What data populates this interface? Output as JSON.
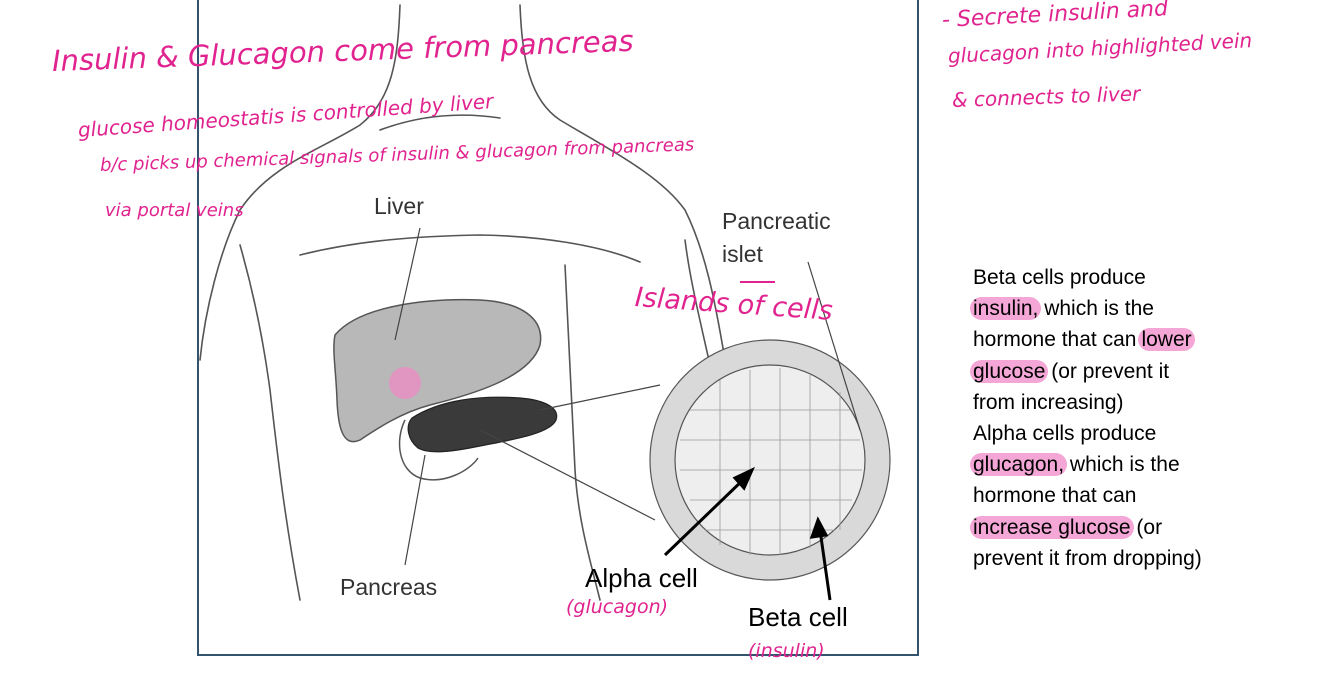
{
  "labels": {
    "liver": "Liver",
    "pancreatic_islet": "Pancreatic\nislet",
    "pancreas": "Pancreas",
    "alpha_cell": "Alpha cell",
    "beta_cell": "Beta cell"
  },
  "handwritten": {
    "title": "Insulin & Glucagon come from pancreas",
    "note1": "glucose homeostatis is controlled by liver",
    "note2": "b/c picks up chemical signals of insulin & glucagon from pancreas",
    "note3": "via portal veins",
    "right1": "- Secrete insulin and",
    "right2": "glucagon into highlighted vein",
    "right3": "& connects to liver",
    "islands": "Islands of cells",
    "glucagon_paren": "(glucagon)",
    "insulin_paren": "(insulin)"
  },
  "right_text": {
    "p1": "Beta cells produce",
    "p1_hl": "insulin,",
    "p1_b": " which is the",
    "p1_c": "hormone that can",
    "p1_hl2": "lower",
    "p1_hl3": "glucose",
    "p1_d": " (or prevent it",
    "p1_e": "from increasing)",
    "p2": "Alpha cells produce",
    "p2_hl": "glucagon,",
    "p2_b": " which is the",
    "p2_c": "hormone that can",
    "p2_hl2": "increase glucose",
    "p2_d": " (or",
    "p2_e": "prevent it from dropping)"
  },
  "colors": {
    "ink": "#e0238f",
    "highlight": "#f4a7d6",
    "frame": "#34546e"
  }
}
